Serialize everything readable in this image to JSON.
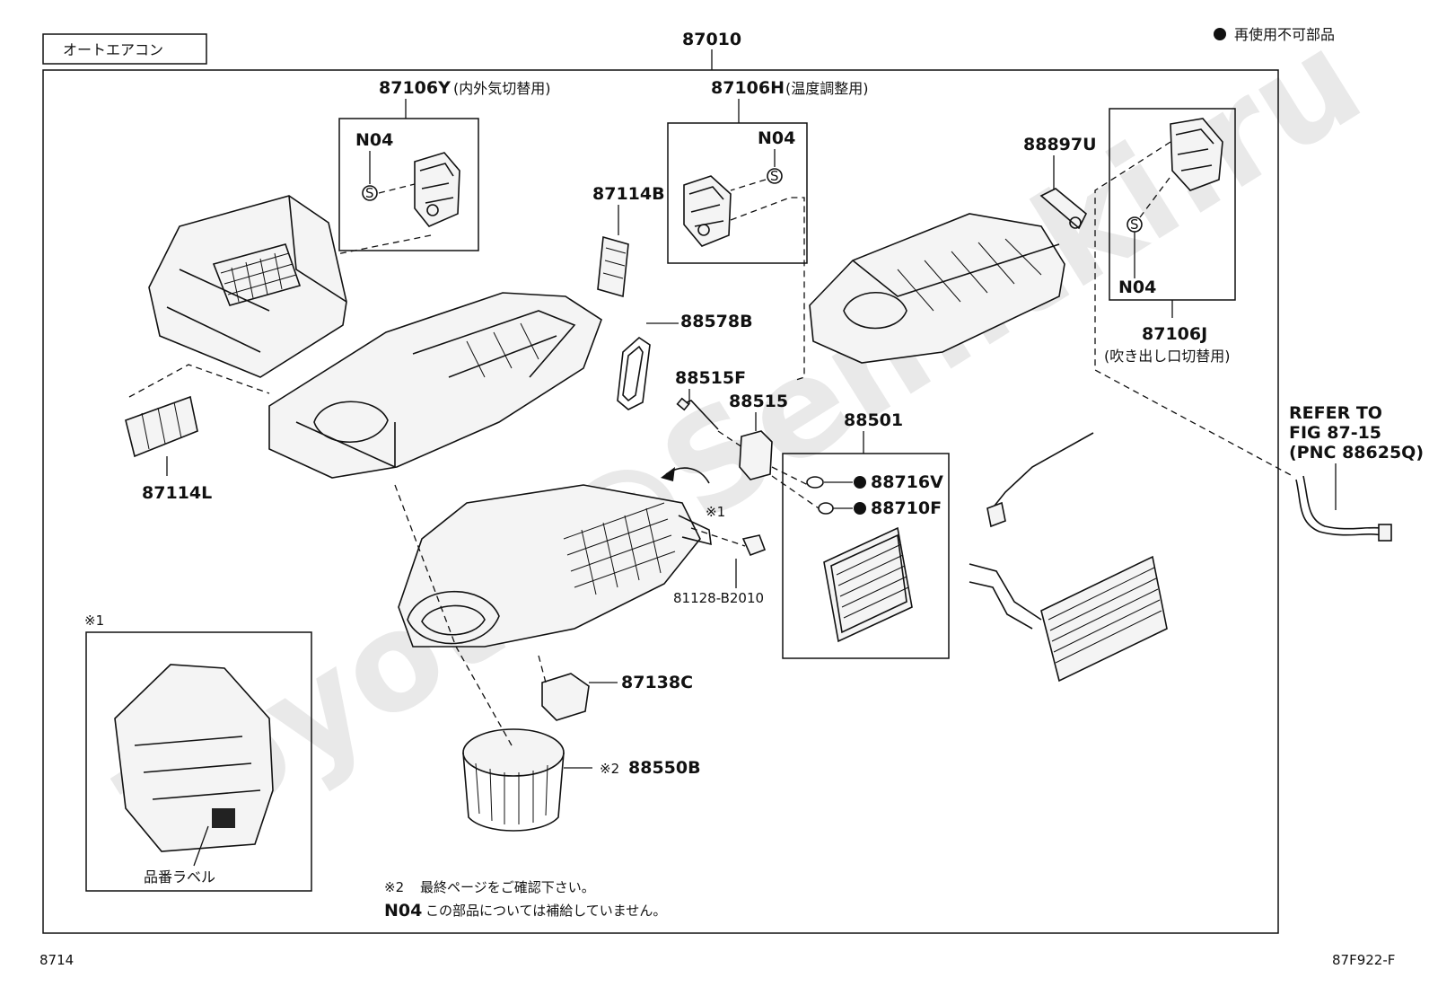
{
  "header": {
    "mode_label": "オートエアコン",
    "assembly_number": "87010",
    "legend_text": "再使用不可部品"
  },
  "parts": {
    "damper_servo_intake": {
      "number": "87106Y",
      "desc": "(内外気切替用)"
    },
    "damper_servo_temp": {
      "number": "87106H",
      "desc": "(温度調整用)"
    },
    "damper_servo_mode": {
      "number": "87106J",
      "desc": "(吹き出し口切替用)"
    },
    "not_supplied_code_1": "N04",
    "not_supplied_code_2": "N04",
    "not_supplied_code_3": "N04",
    "screw_symbol_1": "S",
    "screw_symbol_2": "S",
    "screw_symbol_3": "S",
    "p87114B": "87114B",
    "p87114L": "87114L",
    "p88578B": "88578B",
    "p88515F": "88515F",
    "p88515": "88515",
    "p88501": "88501",
    "p88716V": "88716V",
    "p88710F": "88710F",
    "p88897U": "88897U",
    "p81128": "81128-B2010",
    "p87138C": "87138C",
    "p88550B": "88550B",
    "note_mark_1": "※1",
    "note_mark_2": "※2"
  },
  "refer": {
    "line1": "REFER TO",
    "line2": "FIG 87-15",
    "line3": "(PNC 88625Q)"
  },
  "inset": {
    "mark": "※1",
    "label": "品番ラベル"
  },
  "notes": {
    "note2_mark": "※2",
    "note2_text": "最終ページをご確認下さい。",
    "n04_code": "N04",
    "n04_text": "この部品については補給していません。"
  },
  "footer": {
    "page_ref": "8714",
    "figure_id": "87F922-F"
  },
  "watermark": "Toyota@Semitki.ru"
}
